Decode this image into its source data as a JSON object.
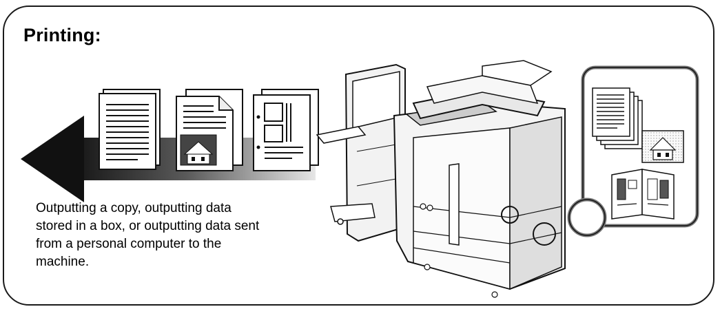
{
  "heading": "Printing:",
  "description_lines": [
    "Outputting a copy, outputting data",
    "stored in a box, or outputting data sent",
    "from a personal computer to the",
    "machine."
  ],
  "colors": {
    "border": "#1a1a1a",
    "arrow_head": "#111111",
    "arrow_body_dark": "#2a2a2a",
    "arrow_body_light": "#d0d0d0",
    "paper": "#ffffff",
    "machine_body": "#f4f4f4",
    "machine_shade": "#d8d8d8"
  },
  "icons": {
    "output_arrow": "arrow-left-icon",
    "text_page": "text-document-icon",
    "image_page": "image-document-icon",
    "layout_page": "layout-document-icon",
    "machine": "multifunction-printer-icon",
    "output_stack": "document-stack-icon",
    "output_photo": "photo-print-icon",
    "output_booklet": "booklet-icon"
  }
}
